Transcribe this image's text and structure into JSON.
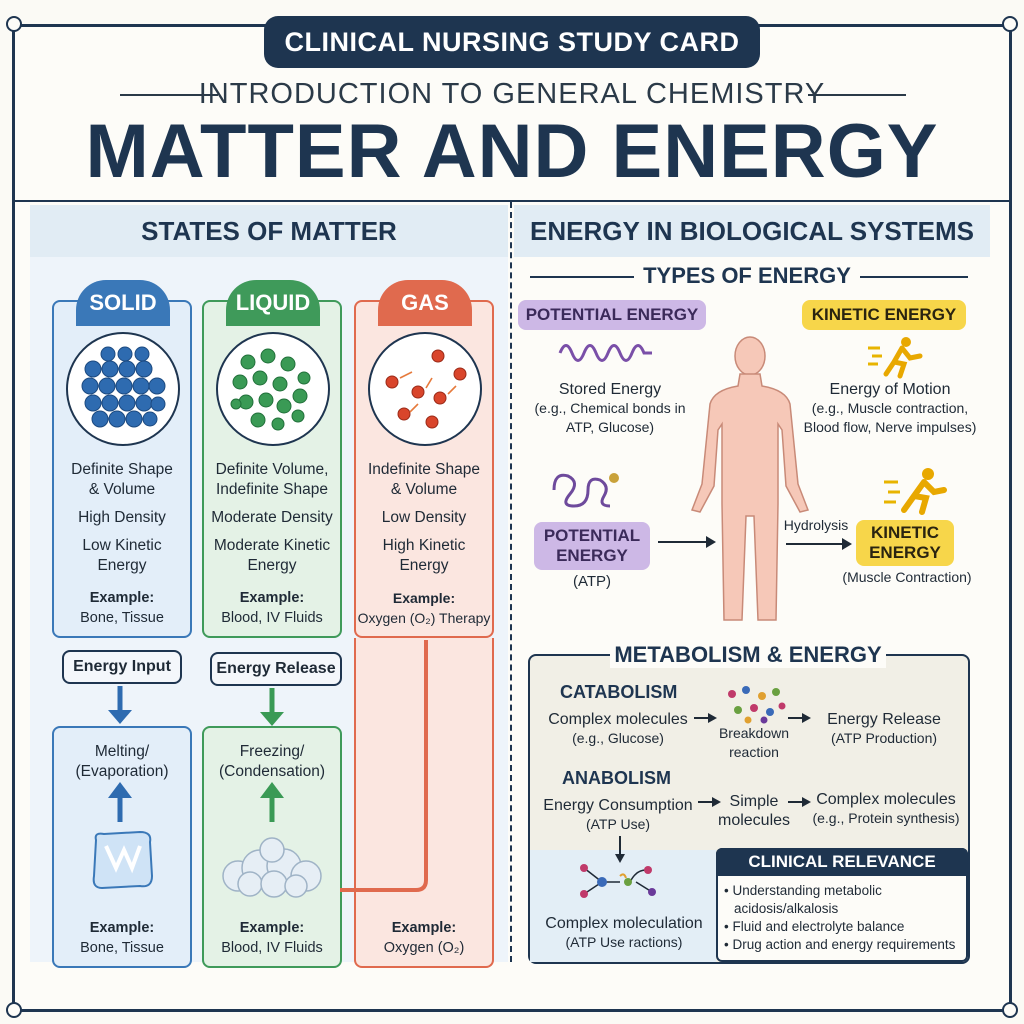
{
  "header": {
    "banner": "CLINICAL NURSING STUDY CARD",
    "subtitle": "INTRODUCTION TO GENERAL CHEMISTRY",
    "title": "MATTER AND ENERGY"
  },
  "left": {
    "heading": "STATES OF MATTER",
    "solid": {
      "name": "SOLID",
      "line1": "Definite Shape",
      "line2": "& Volume",
      "density": "High Density",
      "kinetic1": "Low Kinetic",
      "kinetic2": "Energy",
      "example_label": "Example:",
      "example": "Bone, Tissue"
    },
    "liquid": {
      "name": "LIQUID",
      "line1": "Definite Volume,",
      "line2": "Indefinite Shape",
      "density": "Moderate Density",
      "kinetic1": "Moderate Kinetic",
      "kinetic2": "Energy",
      "example_label": "Example:",
      "example": "Blood, IV Fluids"
    },
    "gas": {
      "name": "GAS",
      "line1": "Indefinite Shape",
      "line2": "& Volume",
      "density": "Low Density",
      "kinetic1": "High Kinetic",
      "kinetic2": "Energy",
      "example_label": "Example:",
      "example": "Oxygen (O₂) Therapy"
    },
    "energy_input": "Energy Input",
    "energy_release": "Energy Release",
    "lower_solid": {
      "line1": "Melting/",
      "line2": "(Evaporation)",
      "example_label": "Example:",
      "example": "Bone, Tissue"
    },
    "lower_liquid": {
      "line1": "Freezing/",
      "line2": "(Condensation)",
      "example_label": "Example:",
      "example": "Blood, IV Fluids"
    },
    "lower_gas": {
      "example_label": "Example:",
      "example": "Oxygen (O₂)"
    }
  },
  "right": {
    "heading": "ENERGY IN BIOLOGICAL SYSTEMS",
    "types_heading": "TYPES OF ENERGY",
    "potential_tag": "POTENTIAL ENERGY",
    "kinetic_tag": "KINETIC ENERGY",
    "potential_desc1": "Stored Energy",
    "potential_desc2": "(e.g., Chemical bonds in",
    "potential_desc3": "ATP, Glucose)",
    "kinetic_desc1": "Energy of Motion",
    "kinetic_desc2": "(e.g., Muscle contraction,",
    "kinetic_desc3": "Blood flow, Nerve impulses)",
    "potential_box1": "POTENTIAL",
    "potential_box2": "ENERGY",
    "potential_sub": "(ATP)",
    "hydrolysis": "Hydrolysis",
    "kinetic_box1": "KINETIC",
    "kinetic_box2": "ENERGY",
    "kinetic_sub": "(Muscle Contraction)",
    "metabolism": {
      "heading": "METABOLISM & ENERGY",
      "catabolism": "CATABOLISM",
      "cat_in1": "Complex molecules",
      "cat_in2": "(e.g., Glucose)",
      "cat_mid1": "Breakdown",
      "cat_mid2": "reaction",
      "cat_out1": "Energy Release",
      "cat_out2": "(ATP Production)",
      "anabolism": "ANABOLISM",
      "ana_in1": "Energy Consumption",
      "ana_in2": "(ATP Use)",
      "ana_mid1": "Simple",
      "ana_mid2": "molecules",
      "ana_out1": "Complex molecules",
      "ana_out2": "(e.g., Protein synthesis)",
      "bottom1": "Complex moleculation",
      "bottom2": "(ATP Use ractions)"
    },
    "clinical": {
      "heading": "CLINICAL RELEVANCE",
      "item1a": "Understanding metabolic",
      "item1b": "acidosis/alkalosis",
      "item2": "Fluid and electrolyte balance",
      "item3": "Drug action and energy requirements"
    }
  },
  "colors": {
    "navy": "#1e3550",
    "solid": "#3a78b8",
    "liquid": "#3f9a5a",
    "gas": "#e06a4e",
    "potential": "#c8b3e0",
    "kinetic": "#f7d64a"
  }
}
